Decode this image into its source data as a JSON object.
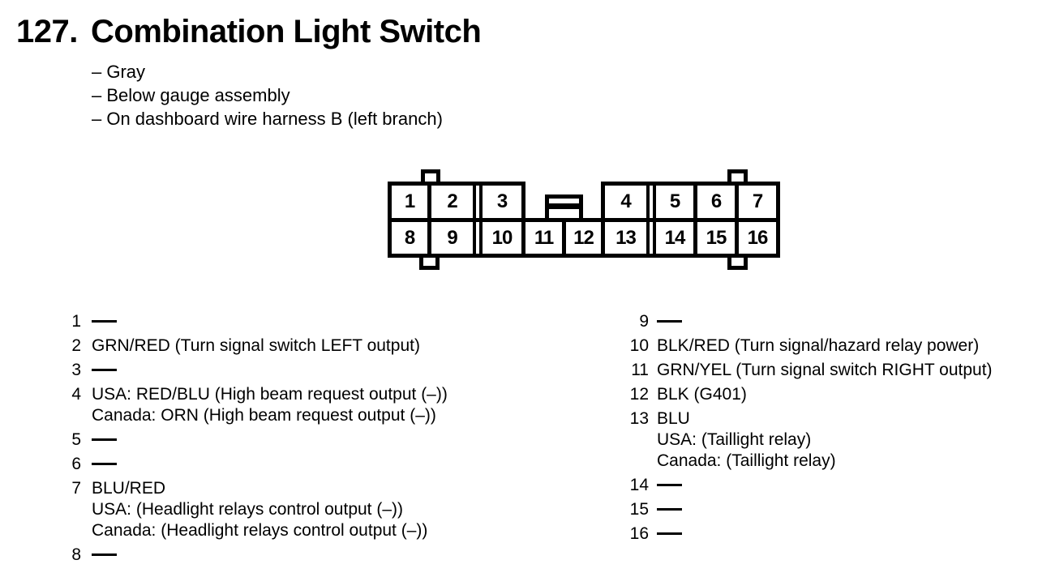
{
  "header": {
    "number": "127.",
    "title": "Combination Light Switch",
    "notes": [
      "– Gray",
      "– Below gauge assembly",
      "– On dashboard wire harness B (left branch)"
    ]
  },
  "connector": {
    "description": "16-cavity connector, front view",
    "top_pins": [
      "1",
      "2",
      "3",
      "4",
      "5",
      "6",
      "7"
    ],
    "bottom_pins": [
      "8",
      "9",
      "10",
      "11",
      "12",
      "13",
      "14",
      "15",
      "16"
    ]
  },
  "pin_list": {
    "left": [
      {
        "pin": "1",
        "nc": true,
        "lines": []
      },
      {
        "pin": "2",
        "nc": false,
        "lines": [
          "GRN/RED (Turn signal switch LEFT output)"
        ]
      },
      {
        "pin": "3",
        "nc": true,
        "lines": []
      },
      {
        "pin": "4",
        "nc": false,
        "lines": [
          "USA: RED/BLU (High beam request output (–))",
          "Canada: ORN (High beam request output (–))"
        ]
      },
      {
        "pin": "5",
        "nc": true,
        "lines": []
      },
      {
        "pin": "6",
        "nc": true,
        "lines": []
      },
      {
        "pin": "7",
        "nc": false,
        "lines": [
          "BLU/RED",
          "USA: (Headlight relays control output (–))",
          "Canada: (Headlight relays control output (–))"
        ]
      },
      {
        "pin": "8",
        "nc": true,
        "lines": []
      }
    ],
    "right": [
      {
        "pin": "9",
        "nc": true,
        "lines": []
      },
      {
        "pin": "10",
        "nc": false,
        "lines": [
          "BLK/RED (Turn signal/hazard relay power)"
        ]
      },
      {
        "pin": "11",
        "nc": false,
        "lines": [
          "GRN/YEL (Turn signal switch RIGHT output)"
        ]
      },
      {
        "pin": "12",
        "nc": false,
        "lines": [
          "BLK (G401)"
        ]
      },
      {
        "pin": "13",
        "nc": false,
        "lines": [
          "BLU",
          "USA: (Taillight relay)",
          "Canada: (Taillight relay)"
        ]
      },
      {
        "pin": "14",
        "nc": true,
        "lines": []
      },
      {
        "pin": "15",
        "nc": true,
        "lines": []
      },
      {
        "pin": "16",
        "nc": true,
        "lines": []
      }
    ]
  },
  "colors": {
    "ink": "#000000",
    "paper": "#ffffff"
  }
}
